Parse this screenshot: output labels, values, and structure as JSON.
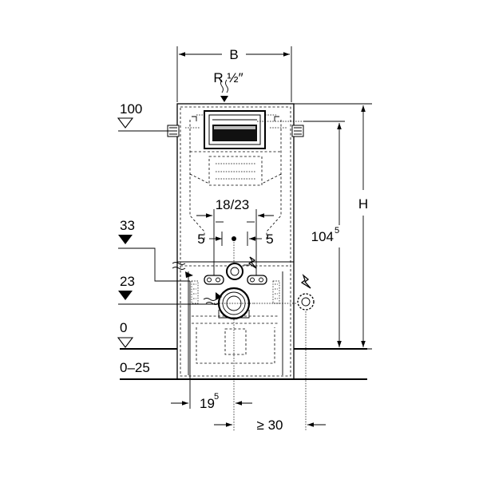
{
  "dimensions": {
    "width": "B",
    "height": "H",
    "thread": "R ½″",
    "cistern_height": "104",
    "cistern_height_sup": "5",
    "spacing_center": "18/23",
    "offset_left": "5",
    "offset_right": "5",
    "drain_offset": "19",
    "drain_offset_sup": "5",
    "min_distance": "≥ 30"
  },
  "levels": {
    "level_100": "100",
    "level_33": "33",
    "level_23": "23",
    "level_0": "0",
    "floor_range": "0–25"
  },
  "icons": [
    "water-supply-icon",
    "electrical-connection-icon",
    "level-marker-icon"
  ]
}
